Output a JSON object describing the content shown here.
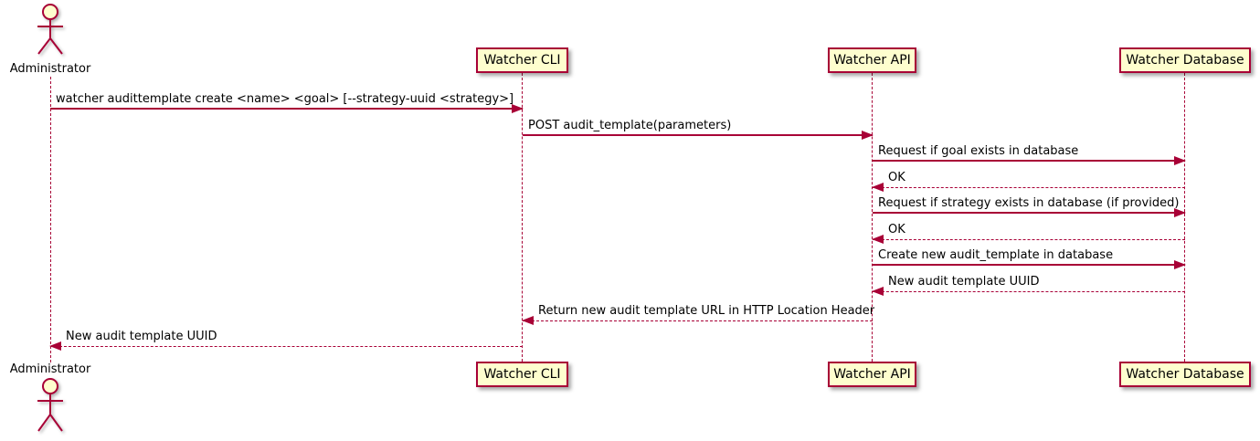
{
  "diagram": {
    "type": "sequence",
    "colors": {
      "line": "#A80036",
      "participant_fill": "#FEFECE",
      "text": "#000000"
    },
    "participants": [
      {
        "name": "Administrator",
        "type": "actor"
      },
      {
        "name": "Watcher CLI",
        "type": "participant"
      },
      {
        "name": "Watcher API",
        "type": "participant"
      },
      {
        "name": "Watcher Database",
        "type": "participant"
      }
    ],
    "messages": [
      {
        "from": "Administrator",
        "to": "Watcher CLI",
        "style": "solid",
        "label": "watcher audittemplate create <name> <goal> [--strategy-uuid <strategy>]"
      },
      {
        "from": "Watcher CLI",
        "to": "Watcher API",
        "style": "solid",
        "label": "POST audit_template(parameters)"
      },
      {
        "from": "Watcher API",
        "to": "Watcher Database",
        "style": "solid",
        "label": "Request if goal exists in database"
      },
      {
        "from": "Watcher Database",
        "to": "Watcher API",
        "style": "dashed",
        "label": "OK"
      },
      {
        "from": "Watcher API",
        "to": "Watcher Database",
        "style": "solid",
        "label": "Request if strategy exists in database (if provided)"
      },
      {
        "from": "Watcher Database",
        "to": "Watcher API",
        "style": "dashed",
        "label": "OK"
      },
      {
        "from": "Watcher API",
        "to": "Watcher Database",
        "style": "solid",
        "label": "Create new audit_template in database"
      },
      {
        "from": "Watcher Database",
        "to": "Watcher API",
        "style": "dashed",
        "label": "New audit template UUID"
      },
      {
        "from": "Watcher API",
        "to": "Watcher CLI",
        "style": "dashed",
        "label": "Return new audit template URL in HTTP Location Header"
      },
      {
        "from": "Watcher CLI",
        "to": "Administrator",
        "style": "dashed",
        "label": "New audit template UUID"
      }
    ]
  }
}
